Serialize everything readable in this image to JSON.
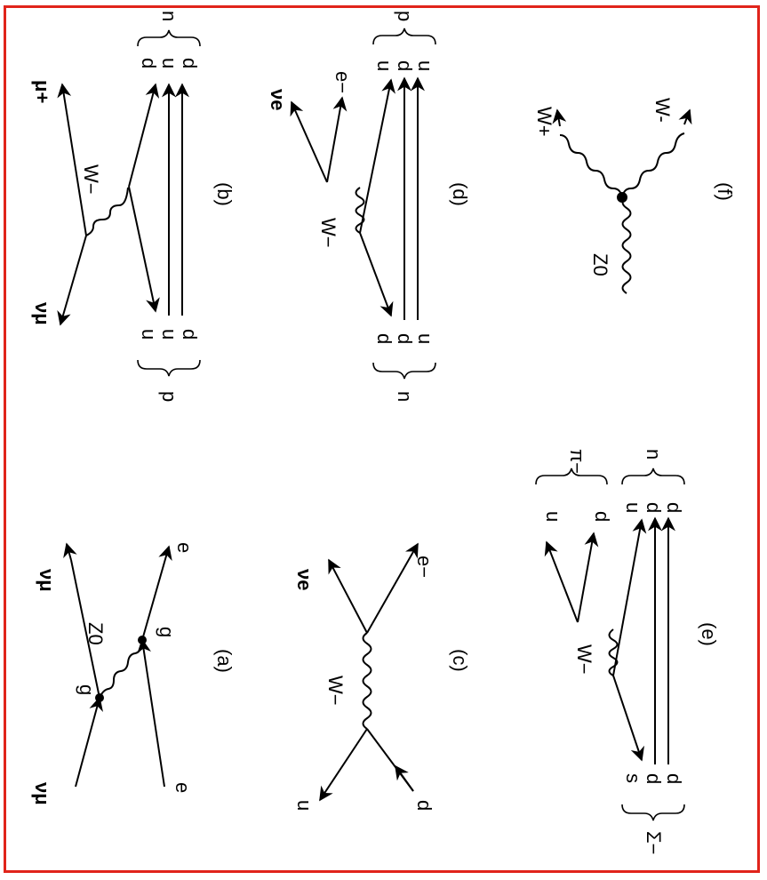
{
  "colors": {
    "frame": "#e0241b",
    "ink": "#000000",
    "background": "#ffffff"
  },
  "panels": {
    "a": {
      "caption": "(a)",
      "labels": {
        "nu_in": "νμ",
        "nu_out": "νμ",
        "e_in": "e",
        "e_out": "e",
        "g1": "g",
        "g2": "g",
        "boson": "Z0"
      }
    },
    "b": {
      "caption": "(b)",
      "labels": {
        "nu": "νμ",
        "mu": "μ+",
        "boson": "W−",
        "in_quarks": [
          "u",
          "u",
          "d"
        ],
        "out_quarks": [
          "d",
          "u",
          "d"
        ],
        "in_hadron": "p",
        "out_hadron": "n"
      }
    },
    "c": {
      "caption": "(c)",
      "labels": {
        "ubar": "u",
        "d": "d",
        "boson": "W−",
        "nu": "νe",
        "e": "e−"
      }
    },
    "d": {
      "caption": "(d)",
      "labels": {
        "nu": "νe",
        "e": "e−",
        "boson": "W−",
        "in_quarks": [
          "d",
          "d",
          "u"
        ],
        "out_quarks": [
          "u",
          "d",
          "u"
        ],
        "in_hadron": "n",
        "out_hadron": "p"
      }
    },
    "e": {
      "caption": "(e)",
      "labels": {
        "boson": "W−",
        "ubar": "u",
        "d_out": "d",
        "pion": "π−",
        "in_quarks": [
          "s",
          "d",
          "d"
        ],
        "out_quarks": [
          "u",
          "d",
          "d"
        ],
        "in_hadron": "Σ−",
        "out_hadron": "n"
      }
    },
    "f": {
      "caption": "(f)",
      "labels": {
        "z": "Z0",
        "wplus": "W+",
        "wminus": "W-"
      }
    }
  }
}
